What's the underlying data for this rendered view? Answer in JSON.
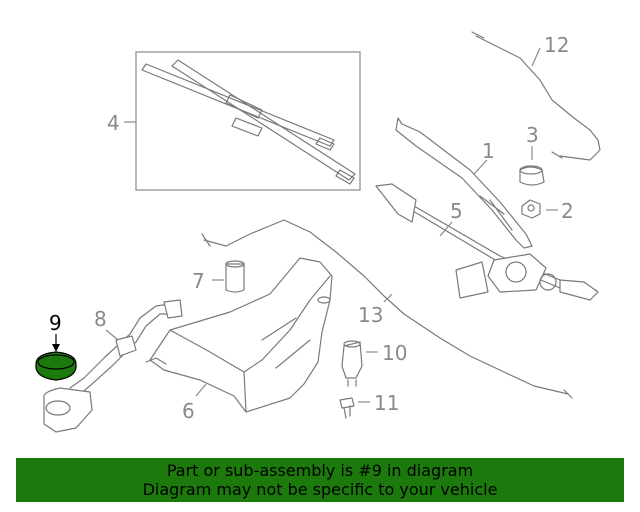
{
  "callouts": {
    "c1": "1",
    "c2": "2",
    "c3": "3",
    "c4": "4",
    "c5": "5",
    "c6": "6",
    "c7": "7",
    "c8": "8",
    "c9": "9",
    "c10": "10",
    "c11": "11",
    "c12": "12",
    "c13": "13"
  },
  "highlight_part": "9",
  "colors": {
    "highlight": "#1c7a0c",
    "banner_bg": "#1c7a0c",
    "line": "#7a7a7a"
  },
  "banner": {
    "line1": "Part or sub-assembly is #9 in diagram",
    "line2": "Diagram may not be specific to your vehicle"
  }
}
